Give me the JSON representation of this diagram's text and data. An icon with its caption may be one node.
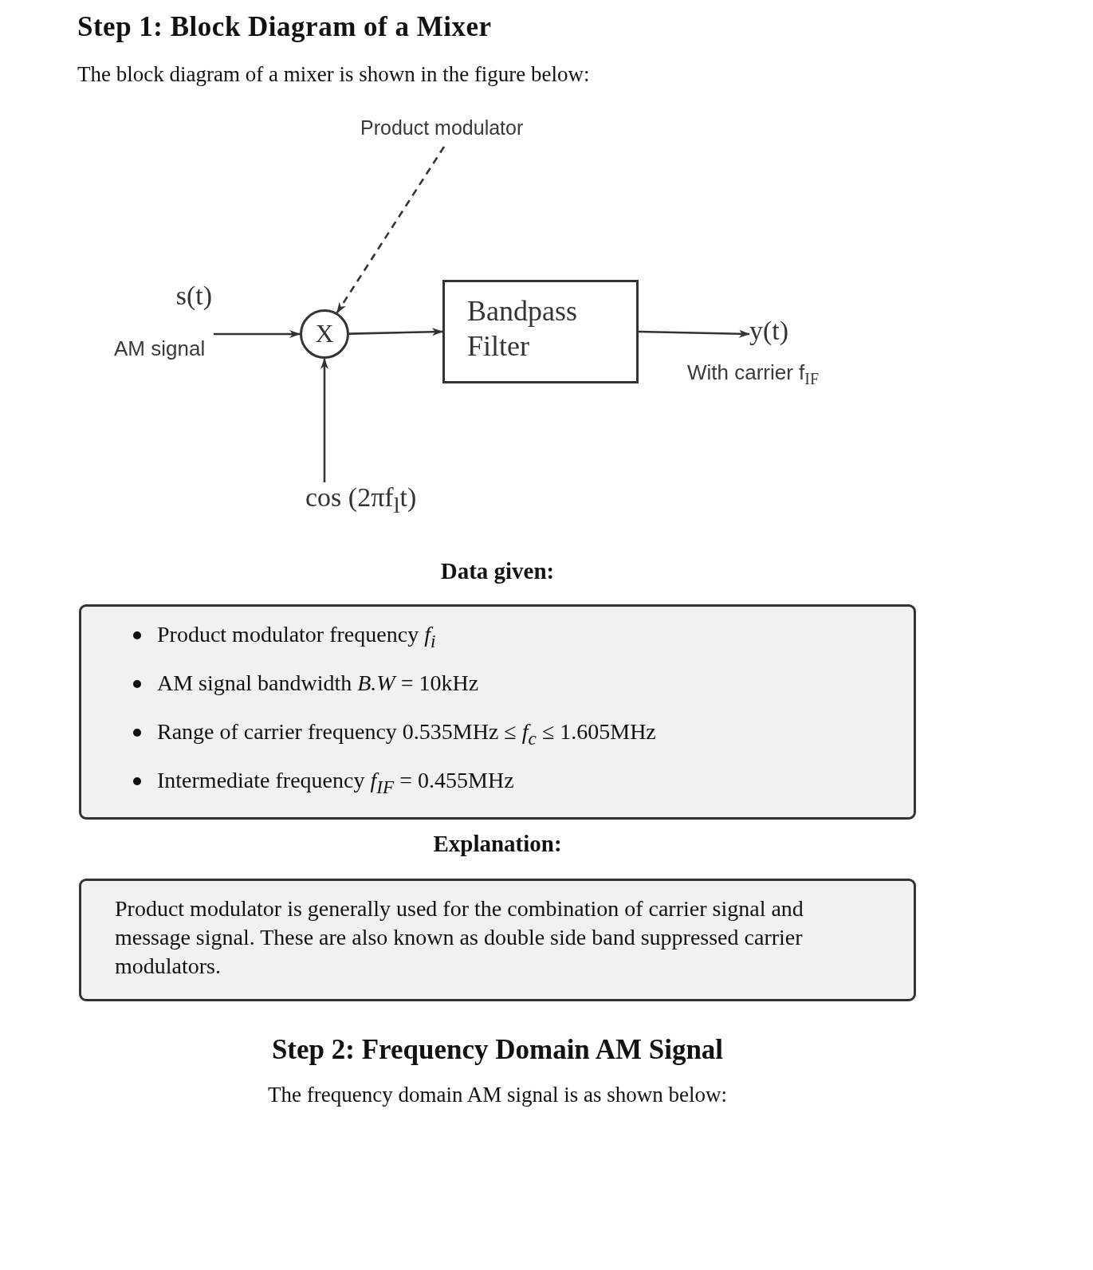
{
  "diagram": {
    "title": "Step 1: Block Diagram of a Mixer",
    "nodes": [
      {
        "text": [
          "Product modulator"
        ]
      },
      {
        "text": [
          "s(t)",
          "AM signal"
        ]
      },
      {
        "text": [
          "X"
        ]
      },
      {
        "text": [
          "Bandpass Filter"
        ]
      },
      {
        "text": [
          "y(t)"
        ],
        "beside": [
          "With carrier f$_{IF}$"
        ]
      },
      {
        "text": [
          "cos (2πf$_{l}$t)"
        ]
      },
      {
        "text": [
          "Data given:",
          "Product modulator frequency *f*$_{i}$",
          "AM signal bandwidth *B.W* = 10kHz",
          "Range of carrier frequency 0.535MHz ≤ *f*$_{c}$ ≤ 1.605MHz",
          "Intermediate frequency *f*$_{IF}$ = 0.455MHz"
        ]
      },
      {
        "text": [
          "Explanation:",
          "Product modulator is generally used for the combination of carrier signal and message signal. These are also known as double side band suppressed carrier modulators."
        ]
      }
    ],
    "edges": [
      {
        "from": 0,
        "to": 2,
        "arrow": "to",
        "style": "dashed"
      },
      {
        "from": 1,
        "to": 2,
        "arrow": "to"
      },
      {
        "from": 5,
        "to": 2,
        "arrow": "to"
      },
      {
        "from": 2,
        "to": 3,
        "arrow": "to"
      },
      {
        "from": 3,
        "to": 4,
        "arrow": "to"
      }
    ],
    "labels": [
      "The block diagram of a mixer is shown in the figure below:",
      "Step 2: Frequency Domain AM Signal",
      "The frequency domain AM signal is as shown below:"
    ]
  }
}
